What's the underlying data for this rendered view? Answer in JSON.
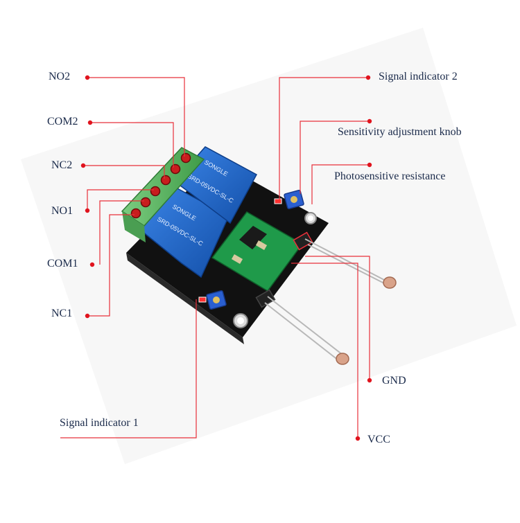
{
  "labels": {
    "no2": "NO2",
    "com2": "COM2",
    "nc2": "NC2",
    "no1": "NO1",
    "com1": "COM1",
    "nc1": "NC1",
    "signal_indicator_2": "Signal indicator 2",
    "sensitivity_knob": "Sensitivity adjustment knob",
    "photosensitive_resistance": "Photosensitive resistance",
    "gnd": "GND",
    "vcc": "VCC",
    "signal_indicator_1": "Signal indicator 1"
  },
  "relay": {
    "brand": "SONGLE",
    "model": "SRD-05VDC-SL-C"
  },
  "colors": {
    "leader_line": "#e8303a",
    "dot": "#e0141e",
    "pcb": "#151515",
    "relay_body": "#1e64c8",
    "terminal_block": "#58b85e",
    "module_pcb": "#1f9a4a",
    "trimmer": "#2a5fd0"
  }
}
